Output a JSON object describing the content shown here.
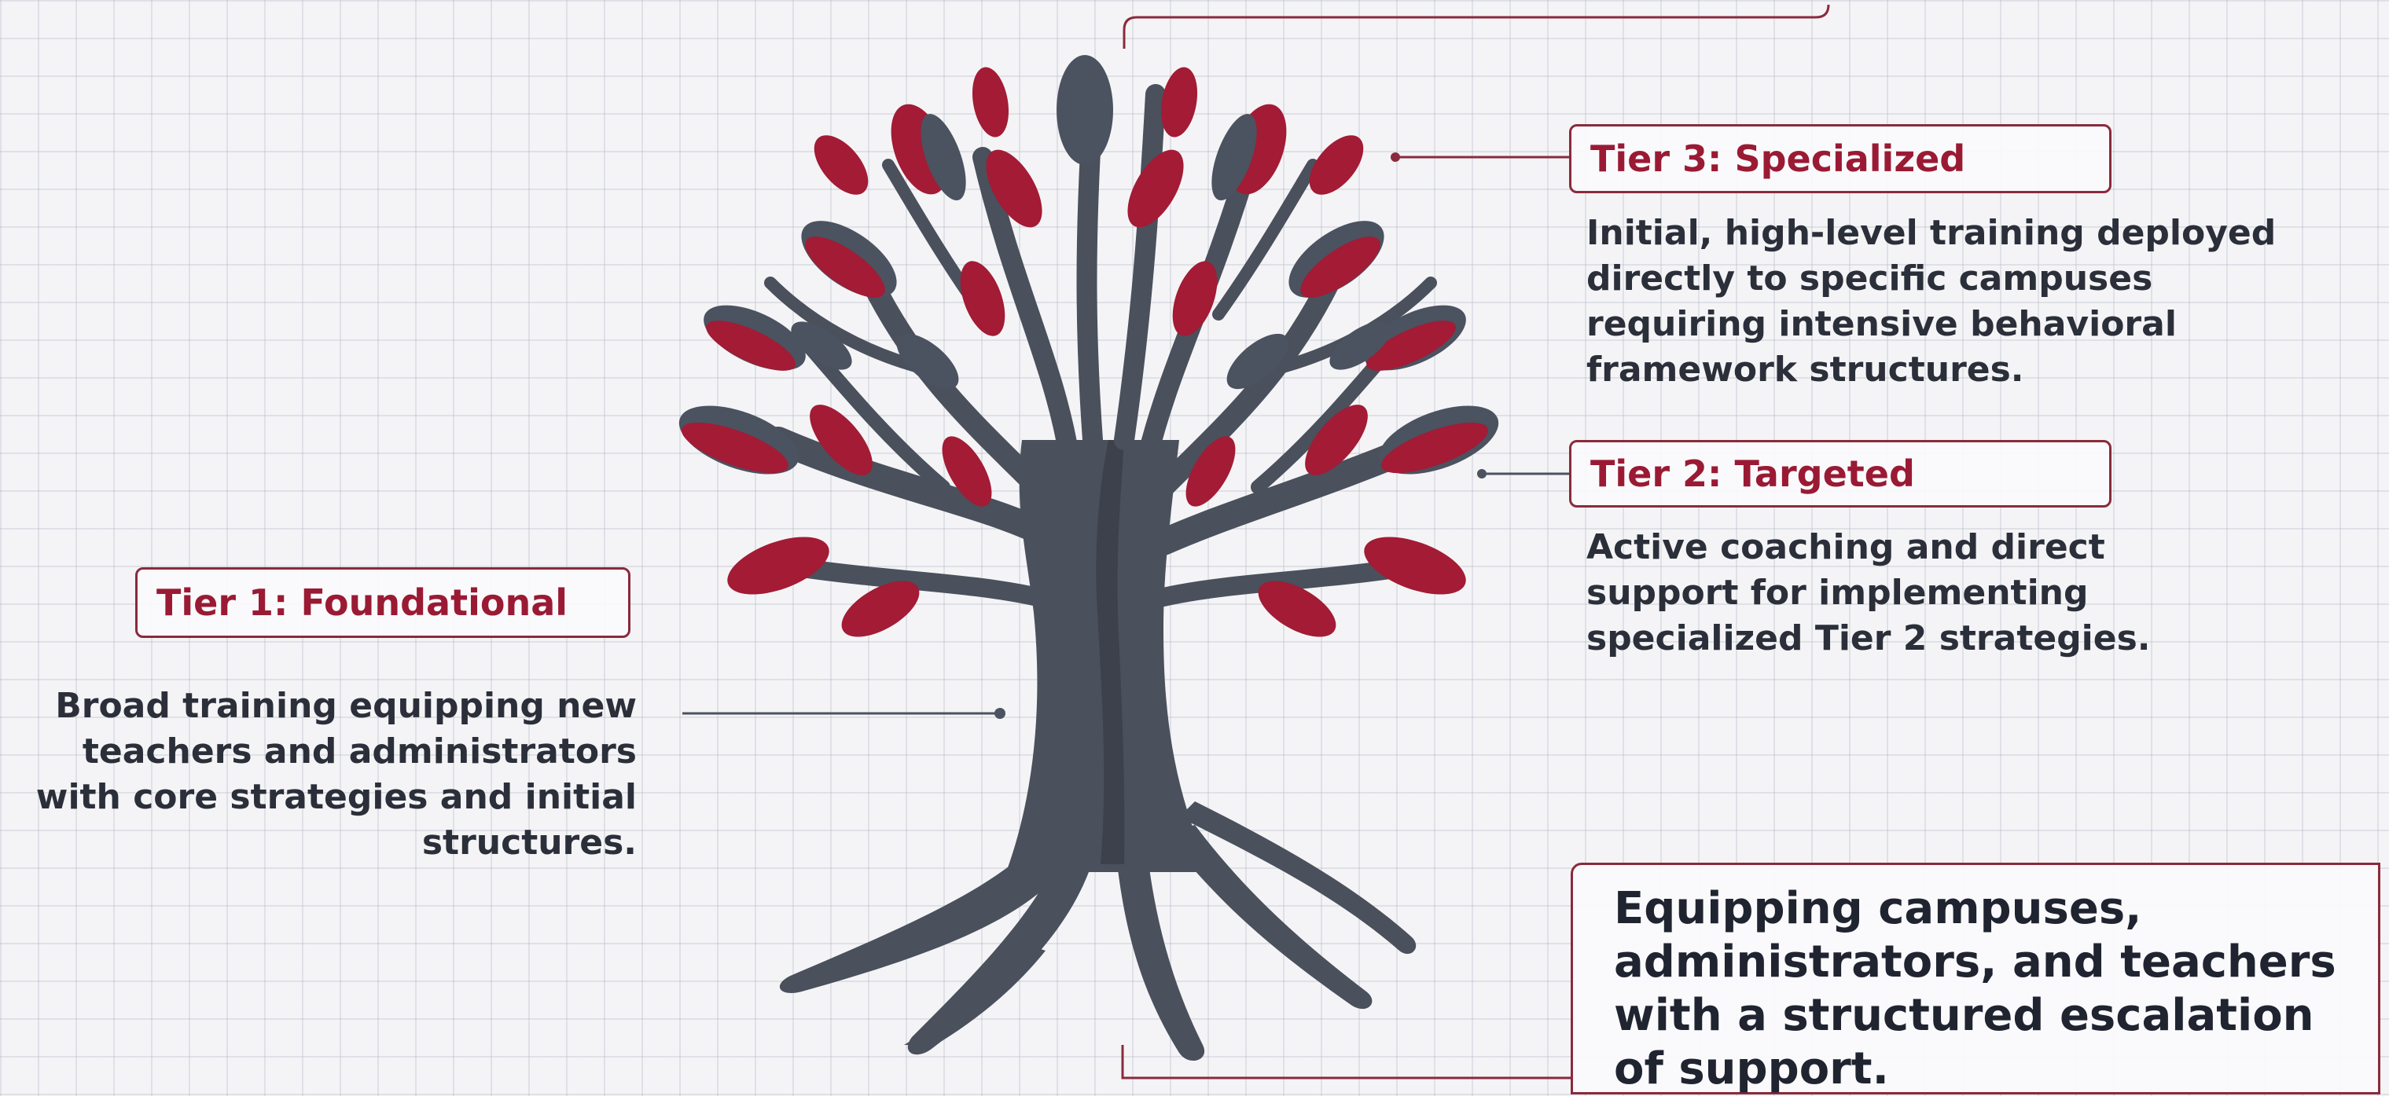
{
  "colors": {
    "trunk": "#4a505c",
    "trunk_shadow": "#3c414c",
    "leaf_red": "#a31b35",
    "leaf_slate": "#4b5260",
    "accent": "#8a2a3c",
    "text": "#2b2f3a"
  },
  "tiers": {
    "tier1": {
      "title": "Tier 1: Foundational",
      "description": "Broad training equipping new teachers and administrators with core strategies and initial structures."
    },
    "tier2": {
      "title": "Tier 2: Targeted",
      "description": "Active coaching and direct support for implementing specialized Tier 2 strategies."
    },
    "tier3": {
      "title": "Tier 3: Specialized",
      "description": "Initial, high-level training deployed directly to specific campuses requiring intensive behavioral framework structures."
    }
  },
  "summary": {
    "text": "Equipping campuses, administrators, and teachers with a structured escalation of support."
  },
  "icons": {
    "tree": "tree-icon"
  }
}
